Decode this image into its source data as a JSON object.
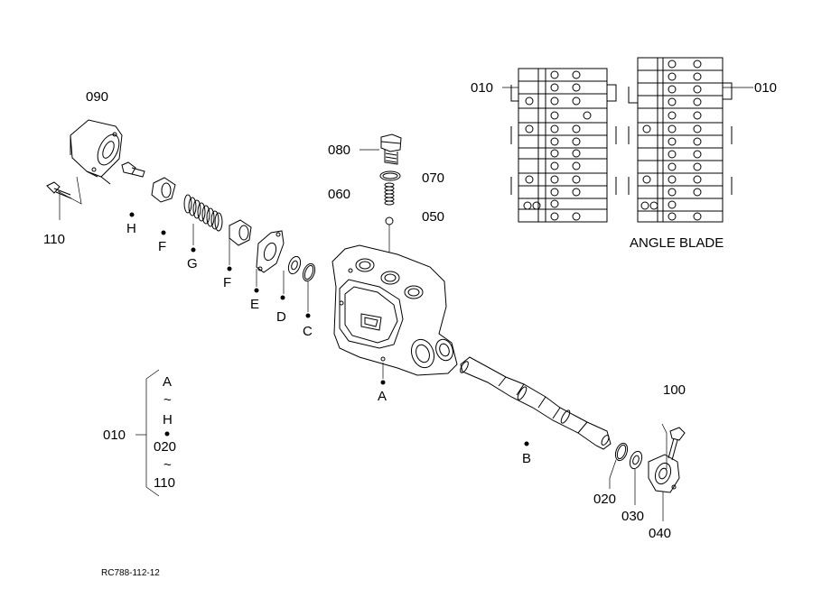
{
  "labels": {
    "p090": "090",
    "p110": "110",
    "p080": "080",
    "p070": "070",
    "p060": "060",
    "p050": "050",
    "p010_left": "010",
    "p010_right": "010",
    "angle_blade": "ANGLE BLADE",
    "p100": "100",
    "p020": "020",
    "p030": "030",
    "p040": "040",
    "letter_A": "A",
    "letter_B": "B",
    "letter_C": "C",
    "letter_D": "D",
    "letter_E": "E",
    "letter_F": "F",
    "letter_G": "G",
    "letter_H": "H",
    "ref_code": "RC788-112-12"
  },
  "legend": {
    "code": "010",
    "line1": "A",
    "tilde1": "~",
    "line2": "H",
    "line3": "020",
    "tilde2": "~",
    "line4": "110"
  }
}
